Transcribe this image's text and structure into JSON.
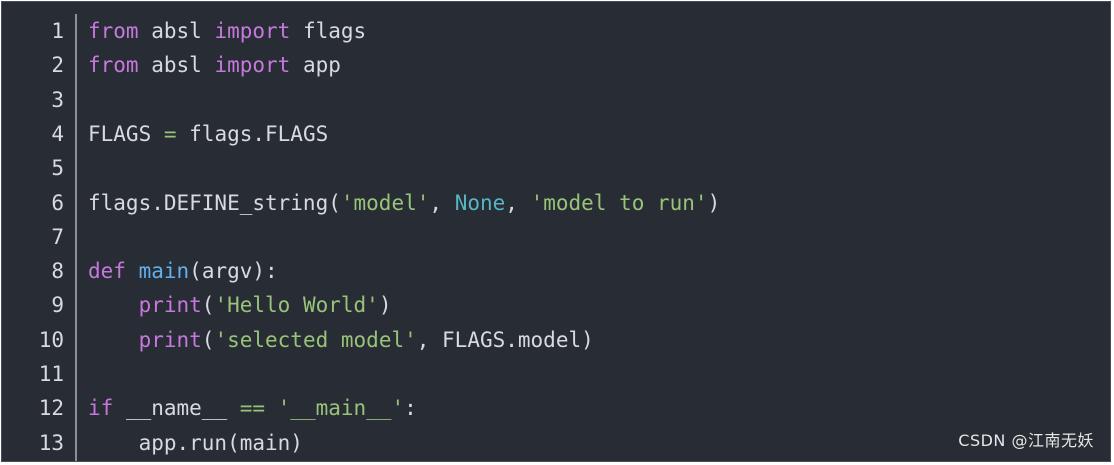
{
  "colors": {
    "background": "#282c34",
    "keyword": "#c678dd",
    "function": "#61afef",
    "string": "#98c379",
    "constant": "#56b6c2",
    "operator": "#98c379",
    "plain": "#d7dae0",
    "line_number": "#d7dae0"
  },
  "lines": [
    {
      "number": "1",
      "tokens": [
        {
          "text": "from",
          "kind": "kw"
        },
        {
          "text": " absl ",
          "kind": "plain"
        },
        {
          "text": "import",
          "kind": "kw"
        },
        {
          "text": " flags",
          "kind": "plain"
        }
      ]
    },
    {
      "number": "2",
      "tokens": [
        {
          "text": "from",
          "kind": "kw"
        },
        {
          "text": " absl ",
          "kind": "plain"
        },
        {
          "text": "import",
          "kind": "kw"
        },
        {
          "text": " app",
          "kind": "plain"
        }
      ]
    },
    {
      "number": "3",
      "tokens": []
    },
    {
      "number": "4",
      "tokens": [
        {
          "text": "FLAGS ",
          "kind": "plain"
        },
        {
          "text": "=",
          "kind": "op"
        },
        {
          "text": " flags.FLAGS",
          "kind": "plain"
        }
      ]
    },
    {
      "number": "5",
      "tokens": []
    },
    {
      "number": "6",
      "tokens": [
        {
          "text": "flags.DEFINE_string(",
          "kind": "plain"
        },
        {
          "text": "'model'",
          "kind": "str"
        },
        {
          "text": ", ",
          "kind": "plain"
        },
        {
          "text": "None",
          "kind": "const"
        },
        {
          "text": ", ",
          "kind": "plain"
        },
        {
          "text": "'model to run'",
          "kind": "str"
        },
        {
          "text": ")",
          "kind": "plain"
        }
      ]
    },
    {
      "number": "7",
      "tokens": []
    },
    {
      "number": "8",
      "tokens": [
        {
          "text": "def",
          "kind": "kw"
        },
        {
          "text": " ",
          "kind": "plain"
        },
        {
          "text": "main",
          "kind": "fn"
        },
        {
          "text": "(argv):",
          "kind": "plain"
        }
      ]
    },
    {
      "number": "9",
      "tokens": [
        {
          "text": "    ",
          "kind": "plain"
        },
        {
          "text": "print",
          "kind": "kw"
        },
        {
          "text": "(",
          "kind": "plain"
        },
        {
          "text": "'Hello World'",
          "kind": "str"
        },
        {
          "text": ")",
          "kind": "plain"
        }
      ]
    },
    {
      "number": "10",
      "tokens": [
        {
          "text": "    ",
          "kind": "plain"
        },
        {
          "text": "print",
          "kind": "kw"
        },
        {
          "text": "(",
          "kind": "plain"
        },
        {
          "text": "'selected model'",
          "kind": "str"
        },
        {
          "text": ", FLAGS.model)",
          "kind": "plain"
        }
      ]
    },
    {
      "number": "11",
      "tokens": []
    },
    {
      "number": "12",
      "tokens": [
        {
          "text": "if",
          "kind": "kw"
        },
        {
          "text": " __name__ ",
          "kind": "plain"
        },
        {
          "text": "==",
          "kind": "op"
        },
        {
          "text": " ",
          "kind": "plain"
        },
        {
          "text": "'__main__'",
          "kind": "str"
        },
        {
          "text": ":",
          "kind": "plain"
        }
      ]
    },
    {
      "number": "13",
      "tokens": [
        {
          "text": "    app.run(main)",
          "kind": "plain"
        }
      ]
    }
  ],
  "watermark": "CSDN @江南无妖"
}
